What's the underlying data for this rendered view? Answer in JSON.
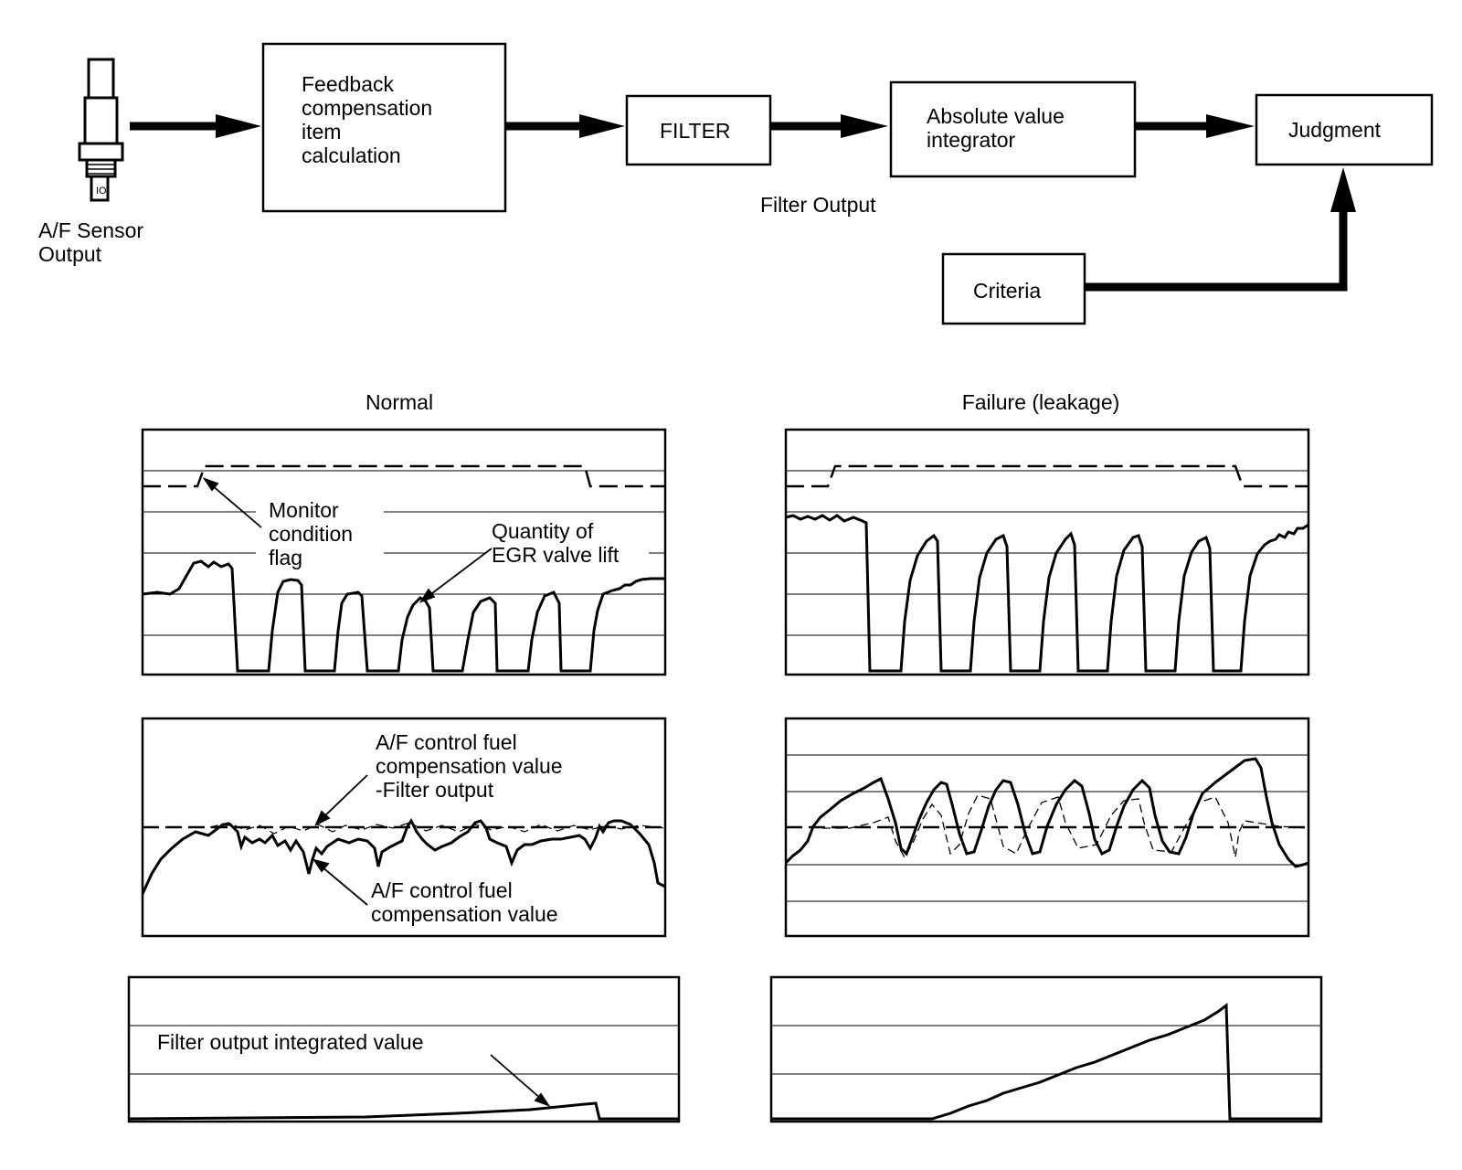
{
  "block_diagram": {
    "sensor_label": [
      "A/F Sensor",
      "Output"
    ],
    "blocks": {
      "feedback": [
        "Feedback",
        "compensation",
        "item",
        "calculation"
      ],
      "filter": "FILTER",
      "integrator": [
        "Absolute value",
        "integrator"
      ],
      "judgment": "Judgment",
      "criteria": "Criteria"
    },
    "filter_output_label": "Filter Output"
  },
  "columns": {
    "normal_title": "Normal",
    "failure_title": "Failure (leakage)"
  },
  "annotations": {
    "monitor_flag": [
      "Monitor",
      "condition",
      "flag"
    ],
    "egr_lift": [
      "Quantity of",
      "EGR valve lift"
    ],
    "af_minus_filter": [
      "A/F control fuel",
      "compensation value",
      "-Filter output"
    ],
    "af_comp": [
      "A/F control fuel",
      "compensation value"
    ],
    "integrated": "Filter output integrated value"
  }
}
